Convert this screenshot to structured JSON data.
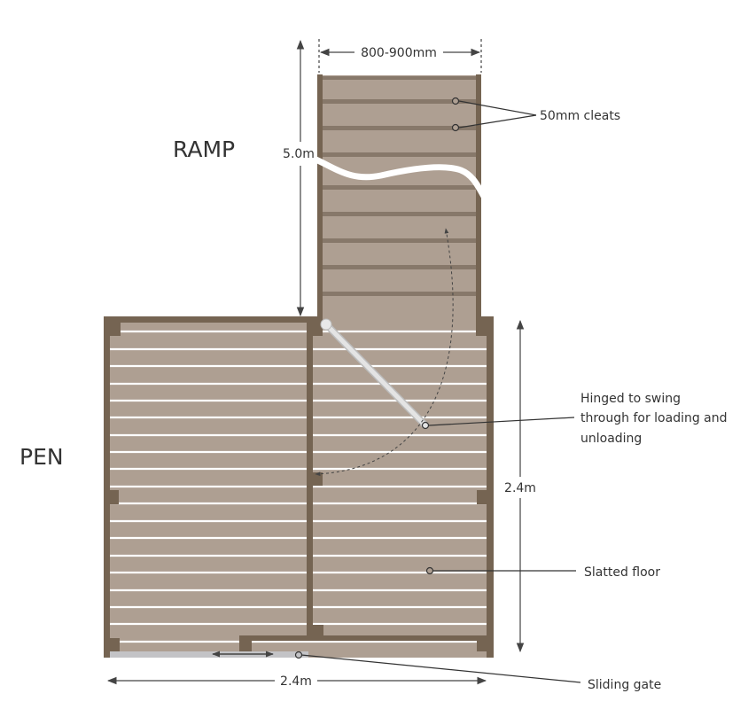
{
  "labels": {
    "ramp": "RAMP",
    "pen": "PEN",
    "ramp_width": "800-900mm",
    "ramp_length": "5.0m",
    "pen_depth": "2.4m",
    "pen_width": "2.4m",
    "cleats": "50mm cleats",
    "hinged_line1": "Hinged to swing",
    "hinged_line2": "through for loading and",
    "hinged_line3": "unloading",
    "slatted_floor": "Slatted floor",
    "sliding_gate": "Sliding gate"
  },
  "colors": {
    "floor": "#ae9f92",
    "frame": "#756452",
    "cleat": "#87786a",
    "slat": "#ffffff",
    "gate": "#c3c3c6",
    "ink": "#333333"
  }
}
